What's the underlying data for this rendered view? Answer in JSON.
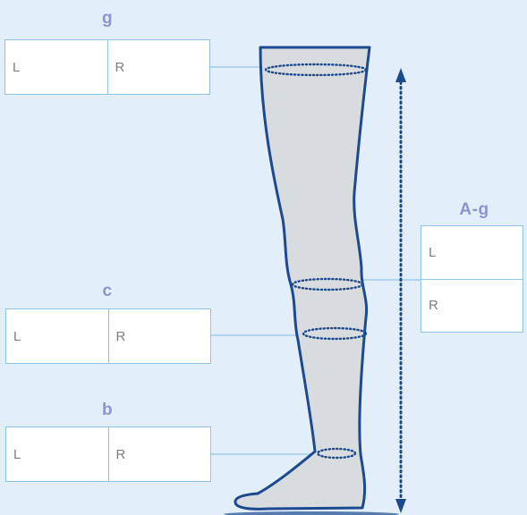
{
  "colors": {
    "background": "#e2eefa",
    "heading": "#8a96cc",
    "leg_outline": "#1d4a8e",
    "leg_fill": "#d8dcdf",
    "leader_line": "#8fc4e6",
    "box_border": "#8fc4e6",
    "cell_text": "#7d7d7d",
    "arrow": "#1d4a8e"
  },
  "measurements": {
    "g": {
      "label": "g",
      "left": "L",
      "right": "R"
    },
    "c": {
      "label": "c",
      "left": "L",
      "right": "R"
    },
    "b": {
      "label": "b",
      "left": "L",
      "right": "R"
    },
    "length": {
      "label": "A-g",
      "left": "L",
      "right": "R"
    }
  }
}
